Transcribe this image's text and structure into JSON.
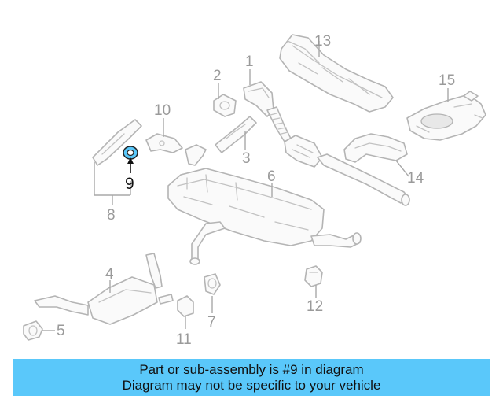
{
  "diagram": {
    "callouts": [
      "1",
      "2",
      "3",
      "4",
      "5",
      "6",
      "7",
      "8",
      "9",
      "10",
      "11",
      "12",
      "13",
      "14",
      "15"
    ],
    "highlighted_callout": "9",
    "highlight_color": "#5ac8fa",
    "line_color": "#b4b4b4"
  },
  "banner": {
    "line1": "Part or sub-assembly is #9 in diagram",
    "line2": "Diagram may not be specific to your vehicle",
    "background": "#5ac8fa"
  }
}
